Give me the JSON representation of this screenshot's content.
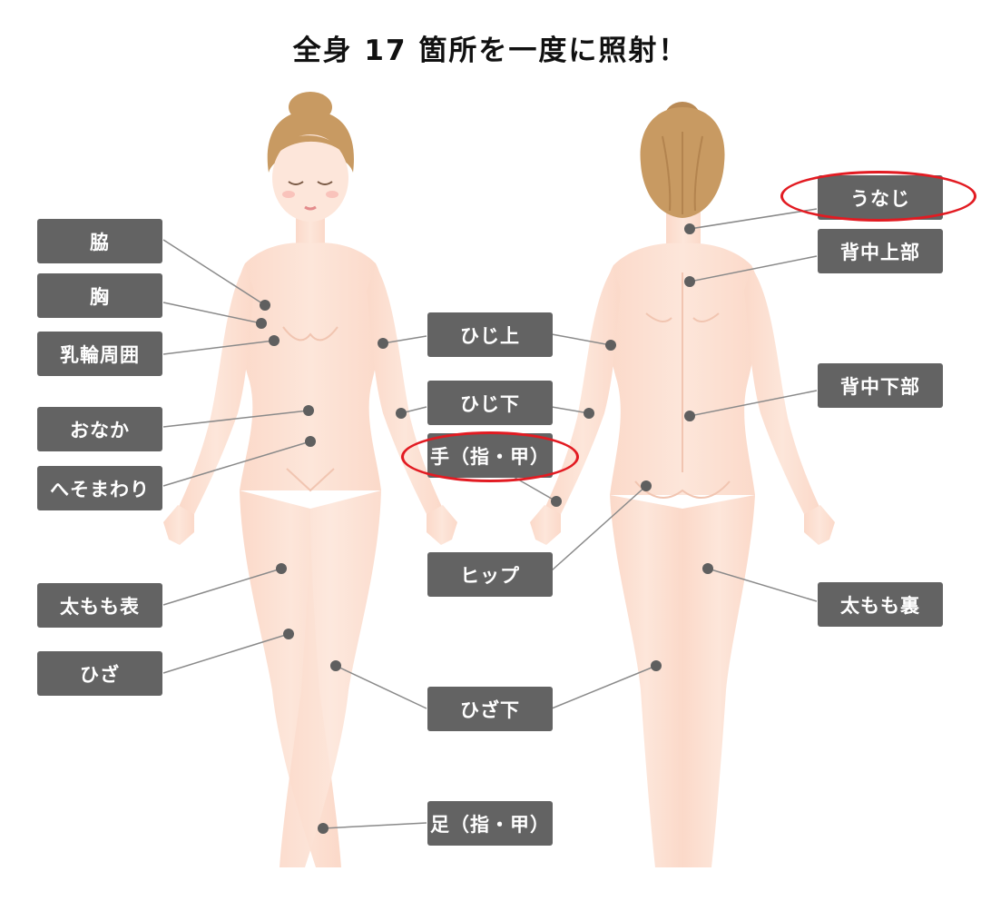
{
  "title": "全身 17 箇所を一度に照射！",
  "labels": {
    "waki": "脇",
    "mune": "胸",
    "nyurin": "乳輪周囲",
    "onaka": "おなか",
    "heso": "へそまわり",
    "futomomo_omote": "太もも表",
    "hiza": "ひざ",
    "hiji_ue": "ひじ上",
    "hiji_shita": "ひじ下",
    "te": "手（指・甲）",
    "hip": "ヒップ",
    "hiza_shita": "ひざ下",
    "ashi": "足（指・甲）",
    "unaji": "うなじ",
    "senaka_joubu": "背中上部",
    "senaka_kabu": "背中下部",
    "futomomo_ura": "太もも裏"
  },
  "colors": {
    "skin": "#fde3d6",
    "skin_edge": "#f1c5b1",
    "hair": "#c89a62",
    "label_bg": "#636363",
    "marker": "#5f5f5f",
    "leader": "#8a8a8a",
    "highlight": "#e21b22"
  }
}
